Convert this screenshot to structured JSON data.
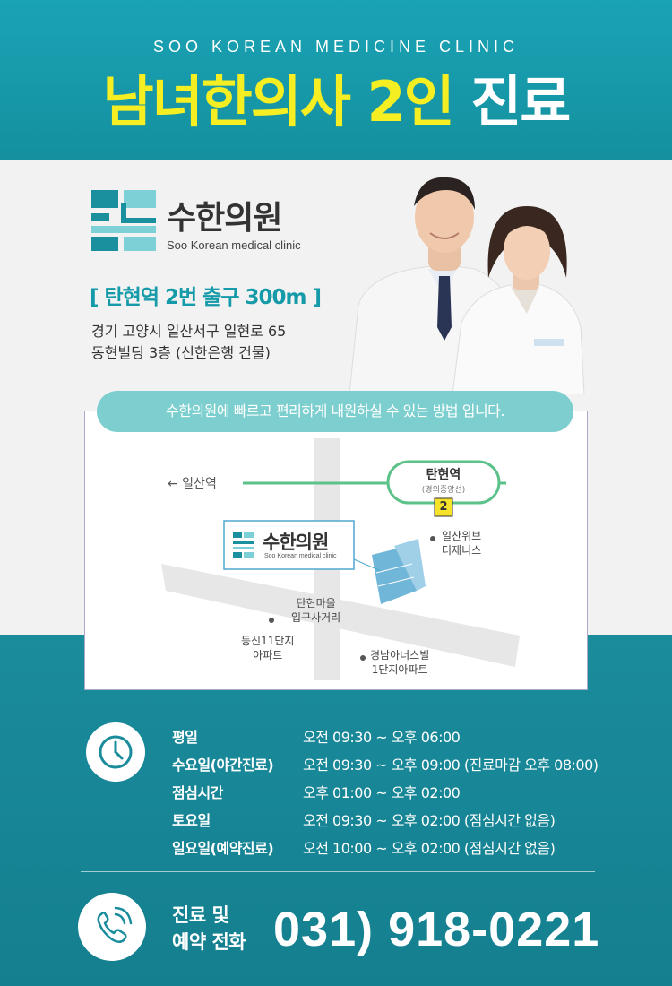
{
  "header": {
    "eng_title": "SOO KOREAN MEDICINE CLINIC",
    "headline_yellow": "남녀한의사 2인",
    "headline_white": "진료"
  },
  "clinic": {
    "name": "수한의원",
    "name_eng": "Soo Korean medical clinic",
    "station_text": "[ 탄현역 2번 출구 300m ]",
    "address_line1": "경기 고양시 일산서구 일현로 65",
    "address_line2": "동현빌딩 3층 (신한은행 건물)"
  },
  "directions_pill": "수한의원에 빠르고 편리하게 내원하실 수 있는 방법 입니다.",
  "map": {
    "ilsan_station": "← 일산역",
    "tanhyeon_station": "탄현역",
    "tanhyeon_line": "(경의중앙선)",
    "exit_number": "2",
    "clinic_name": "수한의원",
    "clinic_eng": "Soo Korean medical clinic",
    "landmark_ilsan_wib_1": "일산위브",
    "landmark_ilsan_wib_2": "더제니스",
    "landmark_tanhyeon_village_1": "탄현마을",
    "landmark_tanhyeon_village_2": "입구사거리",
    "landmark_dongsin_1": "동신11단지",
    "landmark_dongsin_2": "아파트",
    "landmark_gyeongnam_1": "경남아너스빌",
    "landmark_gyeongnam_2": "1단지아파트"
  },
  "hours": [
    {
      "label": "평일",
      "value": "오전 09:30 ~ 오후 06:00"
    },
    {
      "label": "수요일(야간진료)",
      "value": "오전 09:30 ~ 오후 09:00 (진료마감 오후 08:00)"
    },
    {
      "label": "점심시간",
      "value": "오후 01:00 ~ 오후 02:00"
    },
    {
      "label": "토요일",
      "value": "오전 09:30 ~ 오후 02:00 (점심시간 없음)"
    },
    {
      "label": "일요일(예약진료)",
      "value": "오전 10:00 ~ 오후 02:00 (점심시간 없음)"
    }
  ],
  "phone": {
    "label_line1": "진료 및",
    "label_line2": "예약 전화",
    "number": "031) 918-0221"
  },
  "icons": {
    "clock": "clock-icon",
    "phone": "phone-icon"
  },
  "colors": {
    "teal": "#1aa3b5",
    "dark_teal": "#14909f",
    "yellow": "#f4ee23",
    "pill": "#7dcfcf",
    "route_green": "#5cc28a",
    "exit_yellow": "#f7e22a"
  }
}
